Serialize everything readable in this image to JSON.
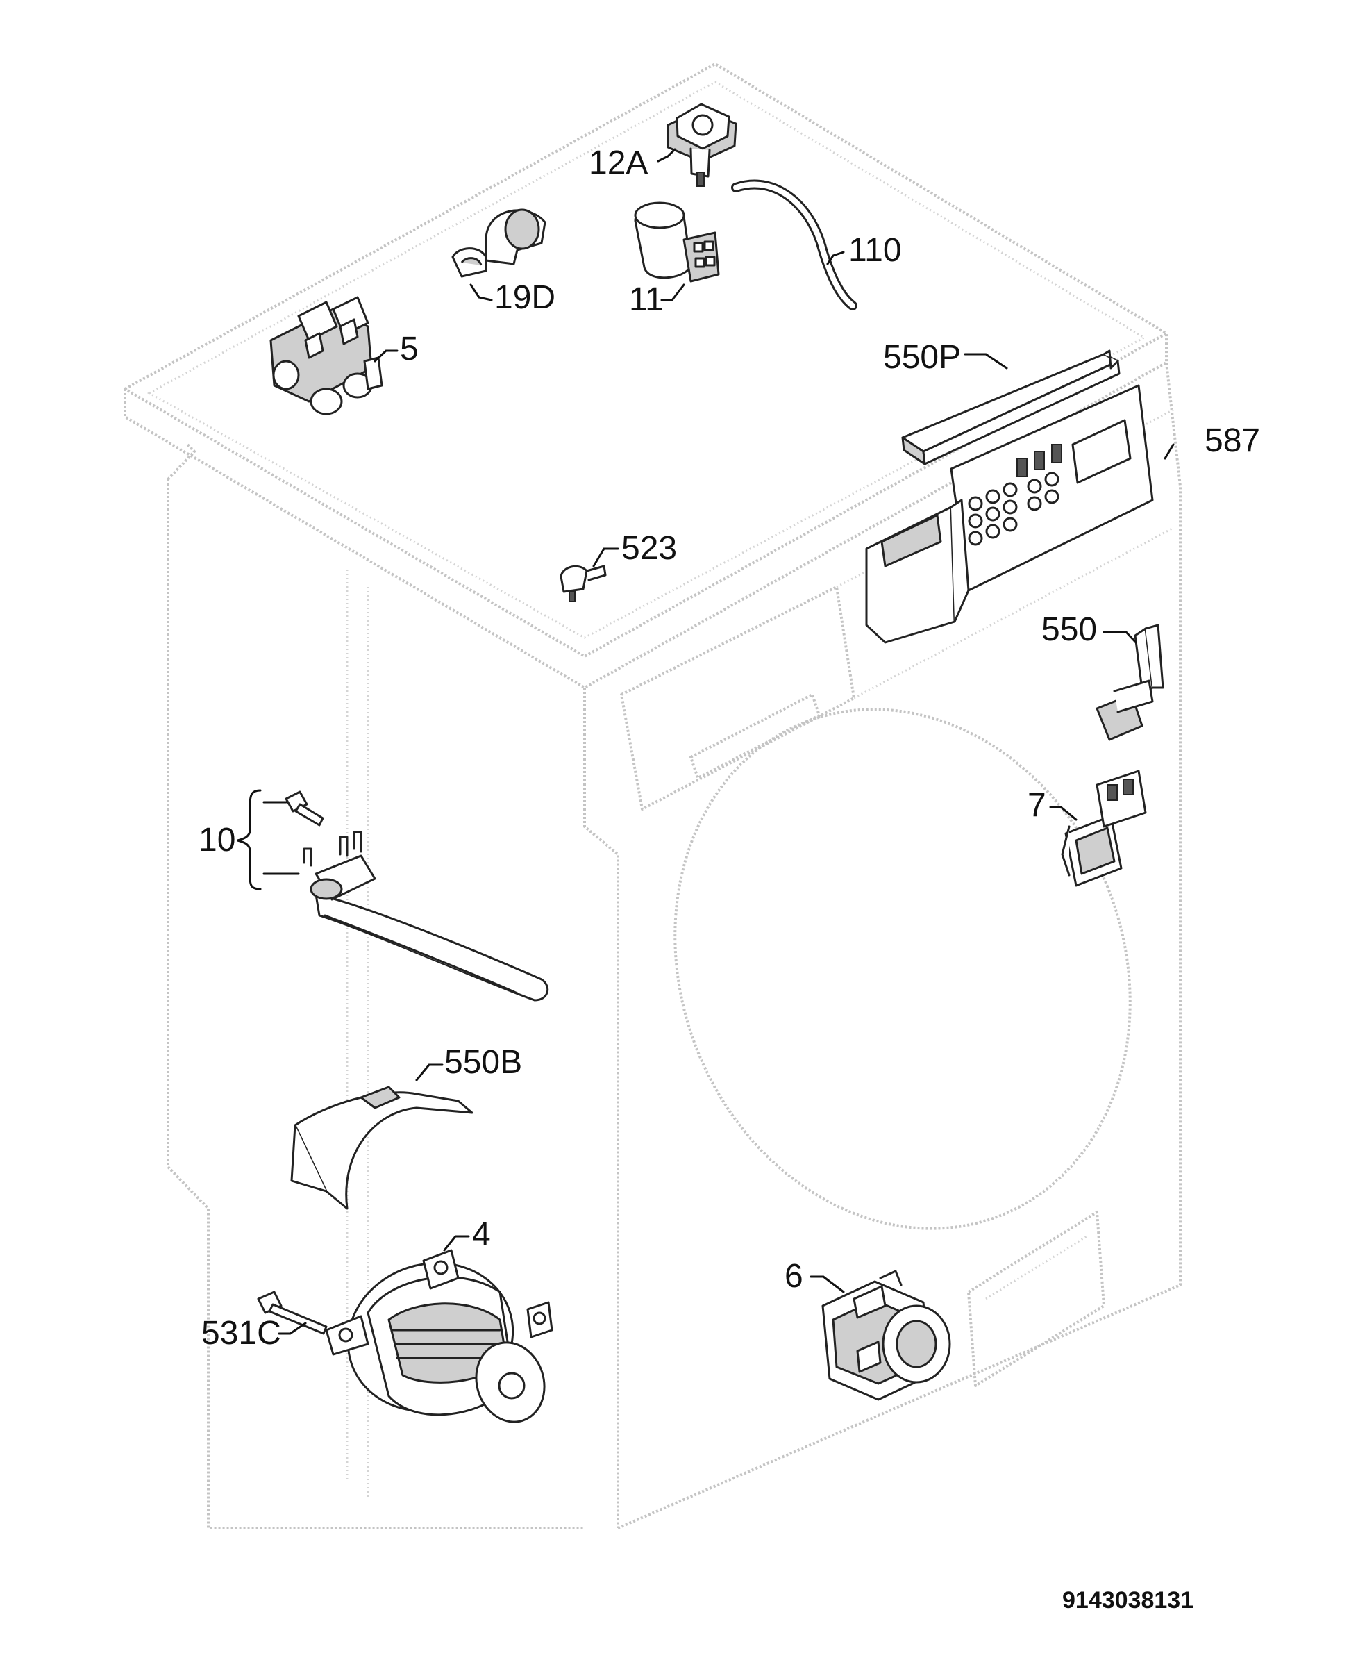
{
  "callouts": {
    "c12a": "12A",
    "c110": "110",
    "c19d": "19D",
    "c11": "11",
    "c5": "5",
    "c550p": "550P",
    "c587": "587",
    "c523": "523",
    "c550": "550",
    "c7": "7",
    "c10": "10",
    "c550b": "550B",
    "c4": "4",
    "c531c": "531C",
    "c6": "6"
  },
  "drawing_number": "9143038131",
  "colors": {
    "line": "#222222",
    "cabinet": "#c4c4c4",
    "background": "#ffffff"
  }
}
